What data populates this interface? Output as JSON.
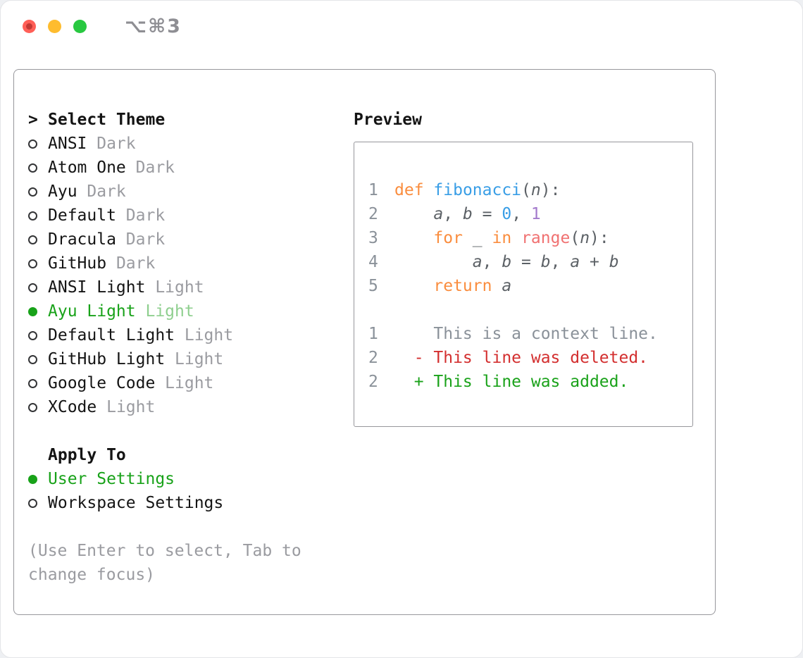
{
  "window": {
    "shortcut": "⌥⌘3"
  },
  "colors": {
    "selected_green": "#18a219",
    "selected_variant": "#8fcf8f",
    "muted_gray": "#9a9ba0",
    "text": "#141414",
    "panel_border": "#97979c",
    "traffic_red": "#ff5f57",
    "traffic_yellow": "#febc2e",
    "traffic_green": "#28c840",
    "keyword": "#fa8d3e",
    "function_name": "#399ee6",
    "number": "#399ee6",
    "constant": "#a37acc",
    "special": "#f07171",
    "code_text": "#5c6166",
    "gutter": "#8a9199",
    "diff_deleted": "#d32f2f",
    "diff_added": "#1aa21a"
  },
  "theme_list": {
    "prompt": ">",
    "title": "Select Theme",
    "items": [
      {
        "name": "ANSI",
        "variant": "Dark",
        "selected": false
      },
      {
        "name": "Atom One",
        "variant": "Dark",
        "selected": false
      },
      {
        "name": "Ayu",
        "variant": "Dark",
        "selected": false
      },
      {
        "name": "Default",
        "variant": "Dark",
        "selected": false
      },
      {
        "name": "Dracula",
        "variant": "Dark",
        "selected": false
      },
      {
        "name": "GitHub",
        "variant": "Dark",
        "selected": false
      },
      {
        "name": "ANSI Light",
        "variant": "Light",
        "selected": false
      },
      {
        "name": "Ayu Light",
        "variant": "Light",
        "selected": true
      },
      {
        "name": "Default Light",
        "variant": "Light",
        "selected": false
      },
      {
        "name": "GitHub Light",
        "variant": "Light",
        "selected": false
      },
      {
        "name": "Google Code",
        "variant": "Light",
        "selected": false
      },
      {
        "name": "XCode",
        "variant": "Light",
        "selected": false
      }
    ]
  },
  "apply_to": {
    "title": "Apply To",
    "items": [
      {
        "label": "User Settings",
        "selected": true
      },
      {
        "label": "Workspace Settings",
        "selected": false
      }
    ]
  },
  "hint_lines": [
    "(Use Enter to select, Tab to",
    "change focus)"
  ],
  "preview": {
    "title": "Preview",
    "code_lines": [
      {
        "num": "1",
        "tokens": [
          {
            "t": "def",
            "s": "kw"
          },
          {
            "t": " ",
            "s": "pl"
          },
          {
            "t": "fibonacci",
            "s": "fn"
          },
          {
            "t": "(",
            "s": "pl"
          },
          {
            "t": "n",
            "s": "var"
          },
          {
            "t": "):",
            "s": "pl"
          }
        ]
      },
      {
        "num": "2",
        "tokens": [
          {
            "t": "    ",
            "s": "pl"
          },
          {
            "t": "a",
            "s": "var"
          },
          {
            "t": ", ",
            "s": "pl"
          },
          {
            "t": "b",
            "s": "var"
          },
          {
            "t": " = ",
            "s": "pl"
          },
          {
            "t": "0",
            "s": "num"
          },
          {
            "t": ", ",
            "s": "pl"
          },
          {
            "t": "1",
            "s": "const"
          }
        ]
      },
      {
        "num": "3",
        "tokens": [
          {
            "t": "    ",
            "s": "pl"
          },
          {
            "t": "for",
            "s": "kw"
          },
          {
            "t": " ",
            "s": "pl"
          },
          {
            "t": "_",
            "s": "var"
          },
          {
            "t": " ",
            "s": "pl"
          },
          {
            "t": "in",
            "s": "kw"
          },
          {
            "t": " ",
            "s": "pl"
          },
          {
            "t": "range",
            "s": "special"
          },
          {
            "t": "(",
            "s": "pl"
          },
          {
            "t": "n",
            "s": "var"
          },
          {
            "t": "):",
            "s": "pl"
          }
        ]
      },
      {
        "num": "4",
        "tokens": [
          {
            "t": "        ",
            "s": "pl"
          },
          {
            "t": "a",
            "s": "var"
          },
          {
            "t": ", ",
            "s": "pl"
          },
          {
            "t": "b",
            "s": "var"
          },
          {
            "t": " = ",
            "s": "pl"
          },
          {
            "t": "b",
            "s": "var"
          },
          {
            "t": ", ",
            "s": "pl"
          },
          {
            "t": "a",
            "s": "var"
          },
          {
            "t": " + ",
            "s": "pl"
          },
          {
            "t": "b",
            "s": "var"
          }
        ]
      },
      {
        "num": "5",
        "tokens": [
          {
            "t": "    ",
            "s": "pl"
          },
          {
            "t": "return",
            "s": "kw"
          },
          {
            "t": " ",
            "s": "pl"
          },
          {
            "t": "a",
            "s": "var"
          }
        ]
      }
    ],
    "diff_lines": [
      {
        "num": "1",
        "tokens": [
          {
            "t": "    This is a context line.",
            "s": "ctx"
          }
        ]
      },
      {
        "num": "2",
        "tokens": [
          {
            "t": "  - This line was deleted.",
            "s": "del"
          }
        ]
      },
      {
        "num": "2",
        "tokens": [
          {
            "t": "  + This line was added.",
            "s": "add"
          }
        ]
      }
    ]
  }
}
